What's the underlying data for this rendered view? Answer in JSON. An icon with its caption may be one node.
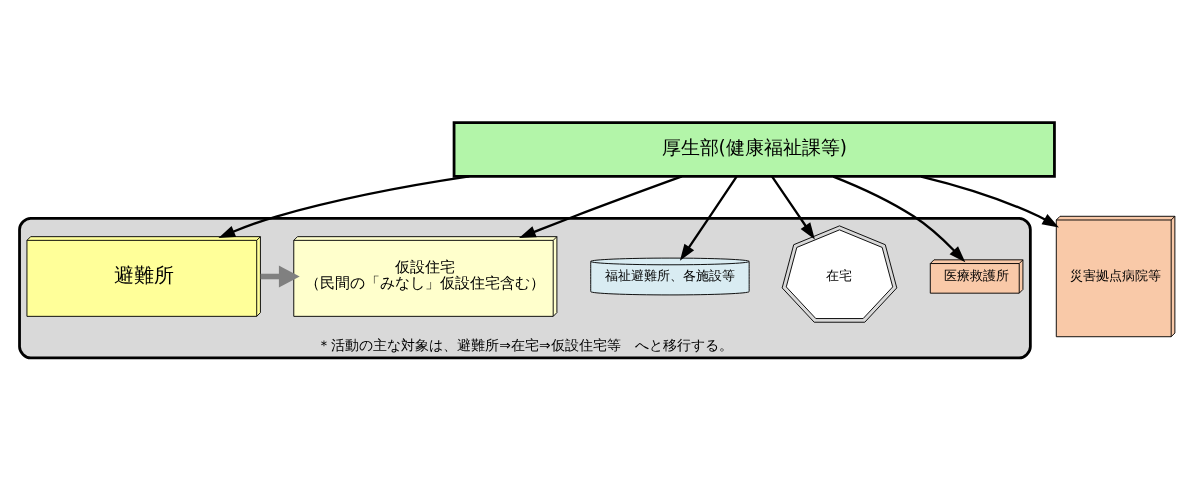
{
  "diagram": {
    "nodes": [
      {
        "text": [
          "厚生部(健康福祉課等)"
        ]
      },
      {
        "text": [
          "＊活動の主な対象は、避難所⇒在宅⇒仮設住宅等　へと移行する。"
        ]
      },
      {
        "text": [
          "医療救護所"
        ],
        "in": 1
      },
      {
        "text": [
          "在宅"
        ],
        "in": 1
      },
      {
        "text": [
          "福祉避難所、各施設等"
        ],
        "in": 1
      },
      {
        "text": [
          "避難所"
        ],
        "in": 1
      },
      {
        "text": [
          "仮設住宅",
          "（民間の「みなし」仮設住宅含む）"
        ],
        "in": 1
      },
      {
        "text": [
          "災害拠点病院等"
        ]
      }
    ],
    "edges": [
      {
        "from": 0,
        "to": 5,
        "arrow": "to"
      },
      {
        "from": 0,
        "to": 2,
        "arrow": "to"
      },
      {
        "from": 0,
        "to": 3,
        "arrow": "to"
      },
      {
        "from": 0,
        "to": 4,
        "arrow": "to"
      },
      {
        "from": 0,
        "to": 6,
        "arrow": "to"
      },
      {
        "from": 0,
        "to": 7,
        "arrow": "to"
      },
      {
        "from": 5,
        "to": 6,
        "arrow": "to",
        "style": "thick",
        "color": "#808080"
      }
    ]
  }
}
